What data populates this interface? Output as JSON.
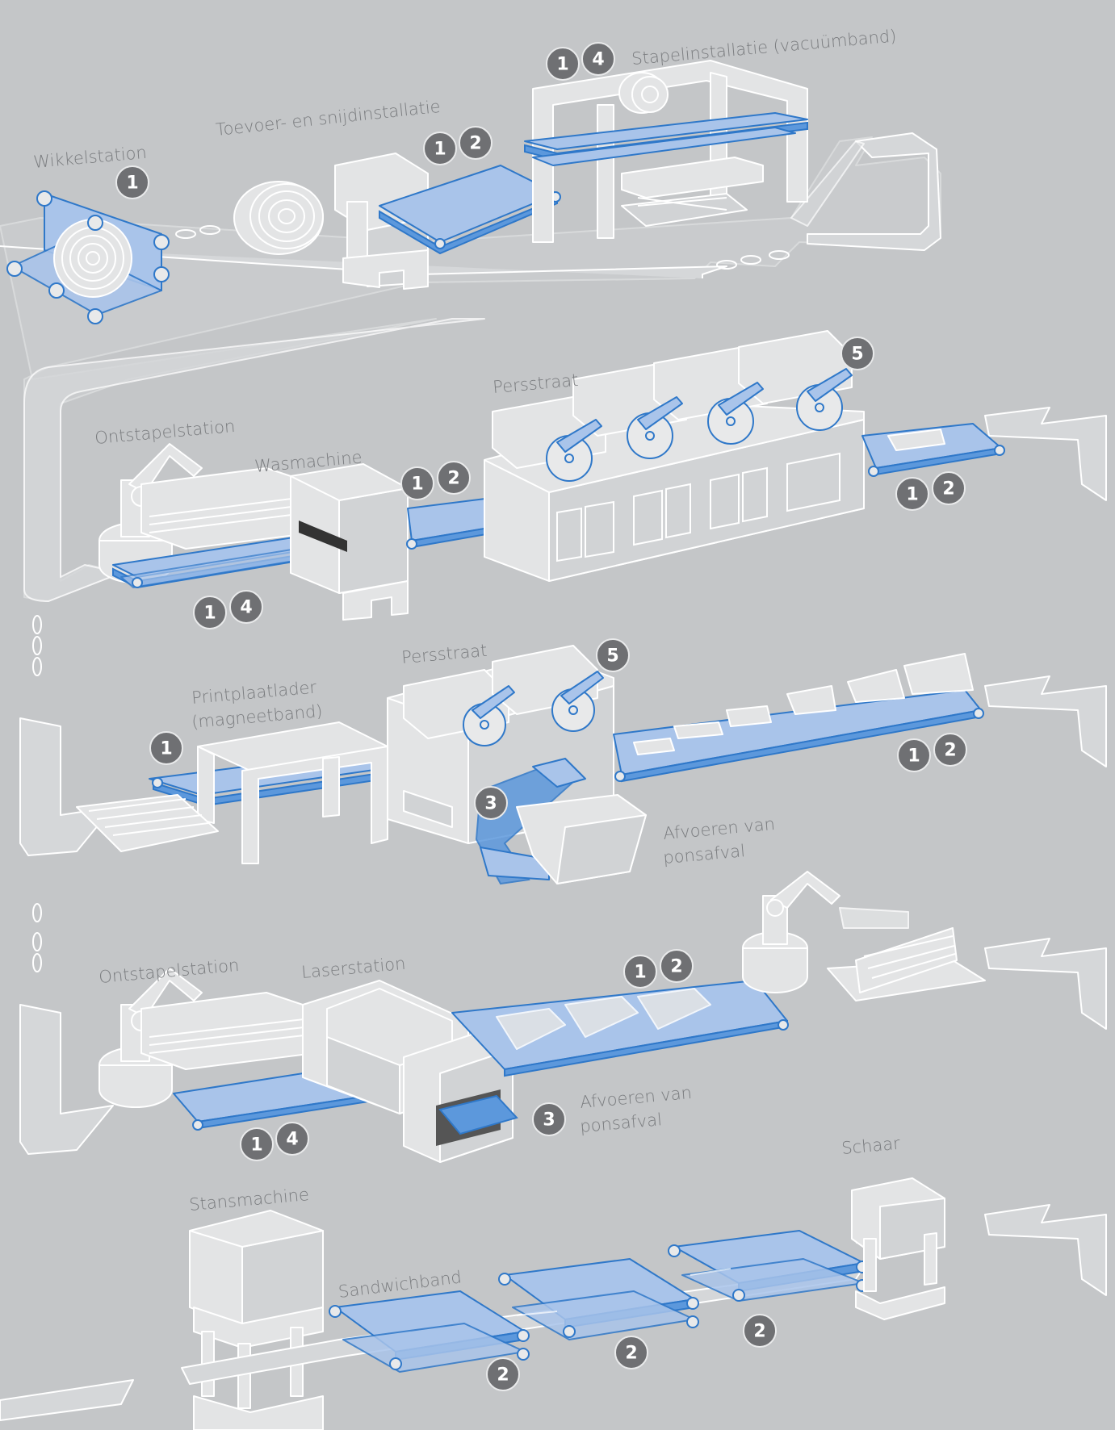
{
  "labels": {
    "wikkelstation": "Wikkelstation",
    "toevoer": "Toevoer- en snijdinstallatie",
    "stapel": "Stapelinstallatie (vacuümband)",
    "ontstapel1": "Ontstapelstation",
    "wasmachine": "Wasmachine",
    "persstraat1": "Persstraat",
    "printplaat1": "Printplaatlader",
    "printplaat2": "(magneetband)",
    "persstraat2": "Persstraat",
    "afvoer1a": "Afvoeren van",
    "afvoer1b": "ponsafval",
    "ontstapel2": "Ontstapelstation",
    "laserstation": "Laserstation",
    "afvoer2a": "Afvoeren van",
    "afvoer2b": "ponsafval",
    "stansmachine": "Stansmachine",
    "sandwichband": "Sandwichband",
    "schaar": "Schaar"
  },
  "badges": {
    "b1": "1",
    "b2": "1",
    "b3": "2",
    "b4": "1",
    "b5": "4",
    "b6": "5",
    "b7": "1",
    "b8": "2",
    "b9": "1",
    "b10": "2",
    "b11": "1",
    "b12": "4",
    "b13": "5",
    "b14": "1",
    "b15": "1",
    "b16": "2",
    "b17": "3",
    "b18": "1",
    "b19": "2",
    "b20": "1",
    "b21": "4",
    "b22": "3",
    "b23": "2",
    "b24": "2",
    "b25": "2"
  }
}
